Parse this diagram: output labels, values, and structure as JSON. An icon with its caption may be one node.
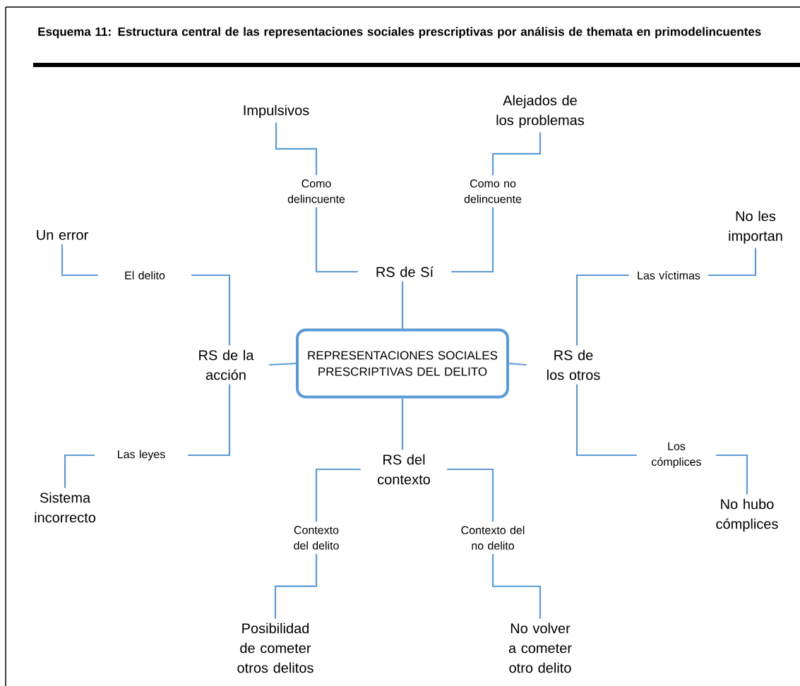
{
  "diagram": {
    "title": "Esquema 11: Estructura central de las representaciones sociales prescriptivas por análisis de themata en primodelincuentes",
    "nodes": [
      {
        "text": [
          "REPRESENTACIONES SOCIALES PRESCRIPTIVAS DEL DELITO"
        ]
      },
      {
        "text": [
          "Impulsivos"
        ]
      },
      {
        "text": [
          "Alejados de los problemas"
        ]
      },
      {
        "text": [
          "Como delincuente"
        ]
      },
      {
        "text": [
          "Como no delincuente"
        ]
      },
      {
        "text": [
          "Un error"
        ]
      },
      {
        "text": [
          "No les importan"
        ]
      },
      {
        "text": [
          "RS de Sí"
        ]
      },
      {
        "text": [
          "El delito"
        ]
      },
      {
        "text": [
          "Las víctimas"
        ]
      },
      {
        "text": [
          "RS de la acción"
        ]
      },
      {
        "text": [
          "RS de los otros"
        ]
      },
      {
        "text": [
          "Las leyes"
        ]
      },
      {
        "text": [
          "Los cómplices"
        ]
      },
      {
        "text": [
          "RS del contexto"
        ]
      },
      {
        "text": [
          "Sistema incorrecto"
        ]
      },
      {
        "text": [
          "No hubo cómplices"
        ]
      },
      {
        "text": [
          "Contexto del delito"
        ]
      },
      {
        "text": [
          "Contexto del no delito"
        ]
      },
      {
        "text": [
          "Posibilidad de cometer otros delitos"
        ]
      },
      {
        "text": [
          "No volver a cometer otro delito"
        ]
      }
    ],
    "edges": [
      {
        "from": 0,
        "to": 7,
        "arrow": "none"
      },
      {
        "from": 0,
        "to": 10,
        "arrow": "none"
      },
      {
        "from": 0,
        "to": 11,
        "arrow": "none"
      },
      {
        "from": 0,
        "to": 14,
        "arrow": "none"
      },
      {
        "from": 7,
        "to": 3,
        "arrow": "none"
      },
      {
        "from": 7,
        "to": 4,
        "arrow": "none"
      },
      {
        "from": 3,
        "to": 1,
        "arrow": "none"
      },
      {
        "from": 4,
        "to": 2,
        "arrow": "none"
      },
      {
        "from": 10,
        "to": 8,
        "arrow": "none"
      },
      {
        "from": 8,
        "to": 5,
        "arrow": "none"
      },
      {
        "from": 10,
        "to": 12,
        "arrow": "none"
      },
      {
        "from": 12,
        "to": 15,
        "arrow": "none"
      },
      {
        "from": 11,
        "to": 9,
        "arrow": "none"
      },
      {
        "from": 9,
        "to": 6,
        "arrow": "none"
      },
      {
        "from": 11,
        "to": 13,
        "arrow": "none"
      },
      {
        "from": 13,
        "to": 16,
        "arrow": "none"
      },
      {
        "from": 14,
        "to": 17,
        "arrow": "none"
      },
      {
        "from": 14,
        "to": 18,
        "arrow": "none"
      },
      {
        "from": 17,
        "to": 19,
        "arrow": "none"
      },
      {
        "from": 18,
        "to": 20,
        "arrow": "none"
      }
    ]
  }
}
